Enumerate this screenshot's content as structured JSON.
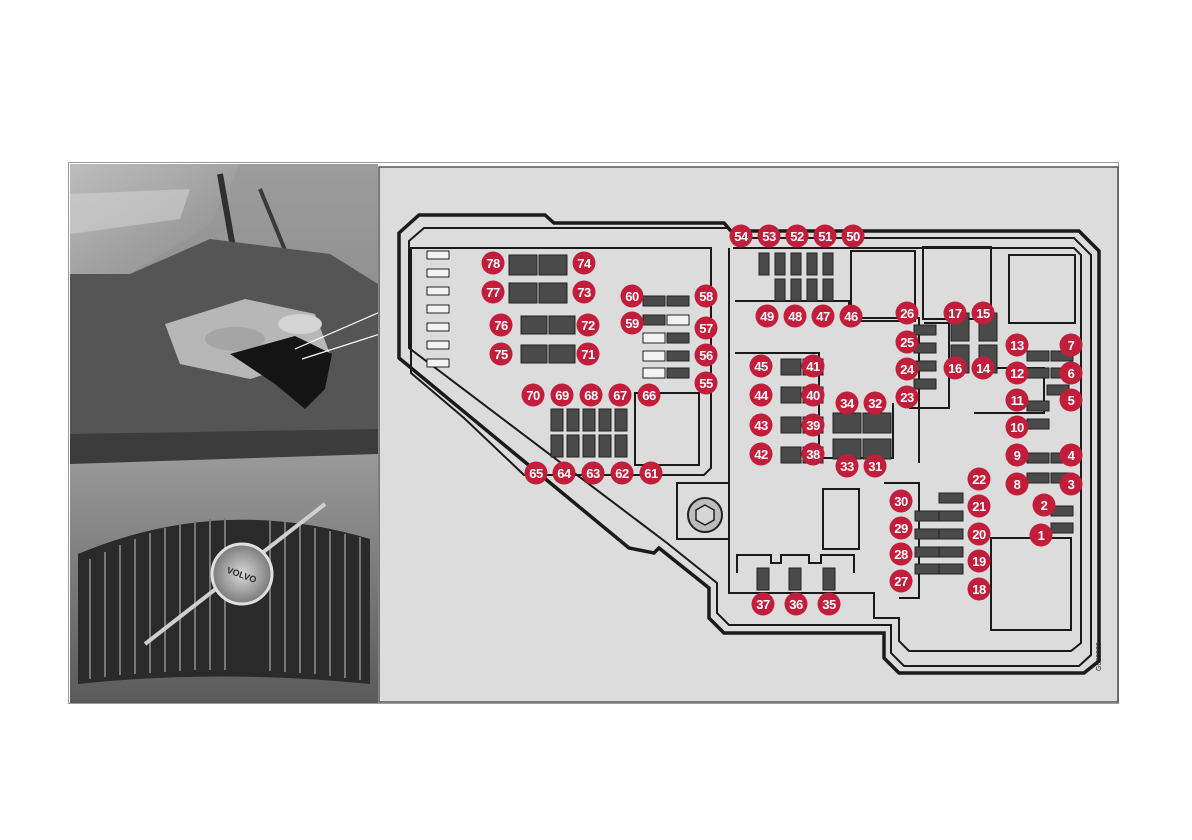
{
  "figure": {
    "code": "G000000",
    "photo_description_icon": "engine-compartment-photo-icon",
    "logo_text": "VOLVO"
  },
  "callouts": [
    "1",
    "2",
    "3",
    "4",
    "5",
    "6",
    "7",
    "8",
    "9",
    "10",
    "11",
    "12",
    "13",
    "14",
    "15",
    "16",
    "17",
    "18",
    "19",
    "20",
    "21",
    "22",
    "23",
    "24",
    "25",
    "26",
    "27",
    "28",
    "29",
    "30",
    "31",
    "32",
    "33",
    "34",
    "35",
    "36",
    "37",
    "38",
    "39",
    "40",
    "41",
    "42",
    "43",
    "44",
    "45",
    "46",
    "47",
    "48",
    "49",
    "50",
    "51",
    "52",
    "53",
    "54",
    "55",
    "56",
    "57",
    "58",
    "59",
    "60",
    "61",
    "62",
    "63",
    "64",
    "65",
    "66",
    "67",
    "68",
    "69",
    "70",
    "71",
    "72",
    "73",
    "74",
    "75",
    "76",
    "77",
    "78"
  ],
  "colors": {
    "callout": "#c21e3c",
    "fuse": "#4a4a4a",
    "panel_bg": "#dcdcdc",
    "outline": "#1a1a1a"
  }
}
